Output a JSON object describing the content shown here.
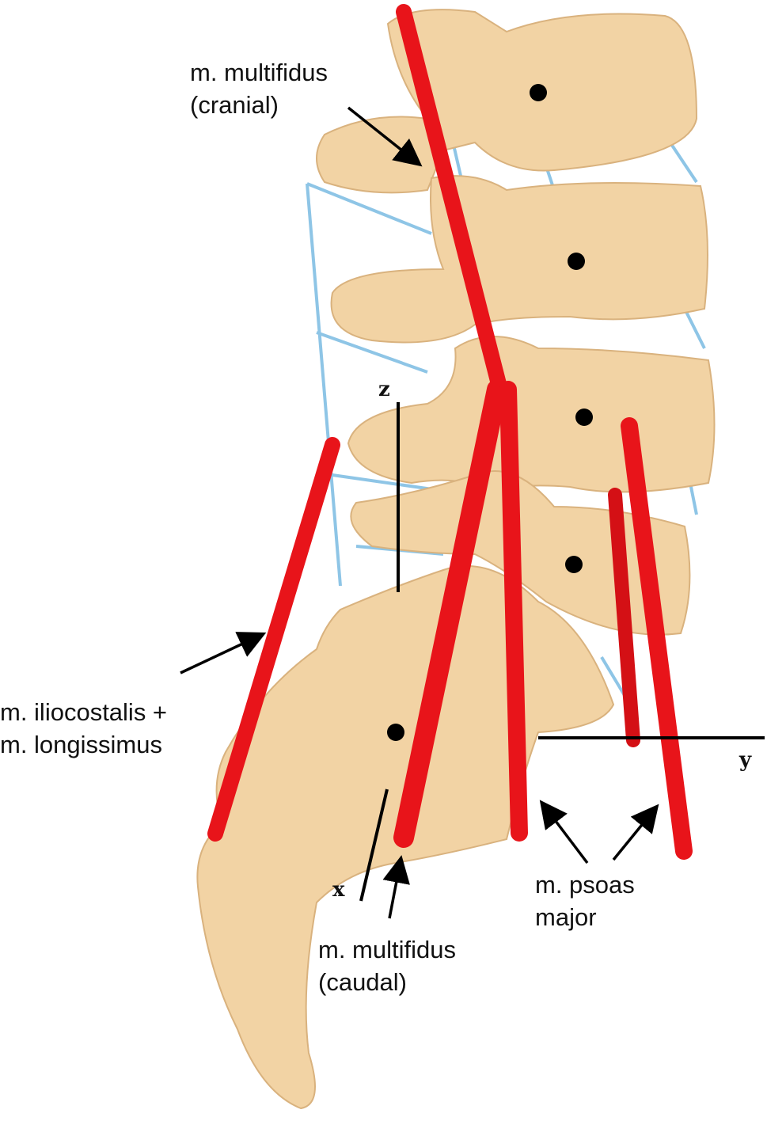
{
  "labels": {
    "multifidus_cranial": [
      "m. multifidus",
      "(cranial)"
    ],
    "iliocostalis_longissimus": [
      "m. iliocostalis +",
      "m. longissimus"
    ],
    "multifidus_caudal": [
      "m. multifidus",
      "(caudal)"
    ],
    "psoas_major": [
      "m. psoas",
      "major"
    ]
  },
  "axes": {
    "z": "z",
    "y": "y",
    "x": "x"
  },
  "colors": {
    "bone": "#f2d3a4",
    "muscle": "#e8141a",
    "ligament": "#8ec5e6",
    "joint_center": "#000000"
  }
}
